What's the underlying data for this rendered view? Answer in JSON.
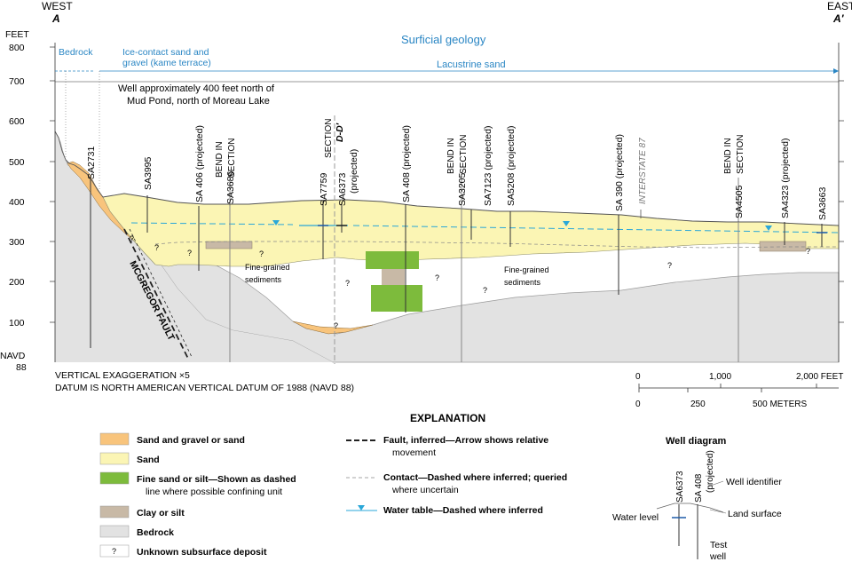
{
  "header": {
    "west": "WEST",
    "east": "EAST",
    "west_letter": "A",
    "east_letter": "A′",
    "feet_label": "FEET",
    "navd_line1": "NAVD",
    "navd_line2": "88",
    "surficial_title": "Surficial geology",
    "bedrock_label": "Bedrock",
    "icecontact_line1": "Ice-contact sand and",
    "icecontact_line2": "gravel (kame terrace)",
    "lacustrine_label": "Lacustrine sand"
  },
  "axis": {
    "ticks": [
      "800",
      "700",
      "600",
      "500",
      "400",
      "300",
      "200",
      "100"
    ]
  },
  "notes": {
    "well_note_line1": "Well approximately 400 feet north of",
    "well_note_line2": "Mud Pond, north of Moreau Lake",
    "fault_label": "MCGREGOR FAULT",
    "section_line1": "SECTION",
    "section_line2": "D-D′",
    "interstate": "INTERSTATE 87",
    "fine_grained_1": "Fine-grained",
    "fine_grained_2": "sediments",
    "fine_grained_3": "Fine-grained",
    "fine_grained_4": "sediments",
    "question": "?"
  },
  "wells": [
    {
      "id": "SA2731"
    },
    {
      "id": "SA3995"
    },
    {
      "id": "SA  406 (projected)"
    },
    {
      "id": "SA3686"
    },
    {
      "id": "SA7759"
    },
    {
      "id": "SA6373"
    },
    {
      "id": "(projected)"
    },
    {
      "id": "SA 408 (projected)"
    },
    {
      "id": "SA3205"
    },
    {
      "id": "SA7123 (projected)"
    },
    {
      "id": "SA5208 (projected)"
    },
    {
      "id": "SA 390 (projected)"
    },
    {
      "id": "SA4505"
    },
    {
      "id": "SA4323 (projected)"
    },
    {
      "id": "SA3663"
    }
  ],
  "bend_labels": {
    "bend": "BEND IN",
    "section": "SECTION"
  },
  "footer": {
    "vertical_exaggeration": "VERTICAL EXAGGERATION ×5",
    "datum": "DATUM IS NORTH AMERICAN VERTICAL DATUM OF 1988 (NAVD 88)"
  },
  "scale": {
    "feet_ticks": [
      "0",
      "1,000",
      "2,000 FEET"
    ],
    "meter_ticks": [
      "0",
      "250",
      "500 METERS"
    ]
  },
  "explanation": {
    "title": "EXPLANATION",
    "items": [
      {
        "label": "Sand and gravel or sand",
        "color": "#f8c47c"
      },
      {
        "label": "Sand",
        "color": "#fbf5b4"
      },
      {
        "label": "Fine sand or silt—Shown as dashed",
        "label2": "line where possible confining unit",
        "color": "#7dbb3c"
      },
      {
        "label": "Clay or silt",
        "color": "#c8b9a6"
      },
      {
        "label": "Bedrock",
        "color": "#e2e2e2"
      },
      {
        "label": "Unknown subsurface deposit",
        "color": "#ffffff"
      }
    ],
    "fault_line1": "Fault, inferred—Arrow shows relative",
    "fault_line2": "movement",
    "contact_line1": "Contact—Dashed where inferred; queried",
    "contact_line2": "where uncertain",
    "watertable": "Water table—Dashed where inferred"
  },
  "well_diagram": {
    "title": "Well diagram",
    "well_a": "SA6373",
    "well_b": "SA 408",
    "well_b2": "(projected)",
    "well_identifier": "Well identifier",
    "water_level": "Water level",
    "land_surface": "Land surface",
    "test": "Test",
    "well": "well"
  },
  "colors": {
    "sand_gravel": "#f8c47c",
    "sand": "#fbf5b4",
    "fine_sand": "#7dbb3c",
    "clay": "#c8b9a6",
    "bedrock": "#e2e2e2",
    "water": "#2aa7d8",
    "blue_text": "#2a86c4"
  }
}
